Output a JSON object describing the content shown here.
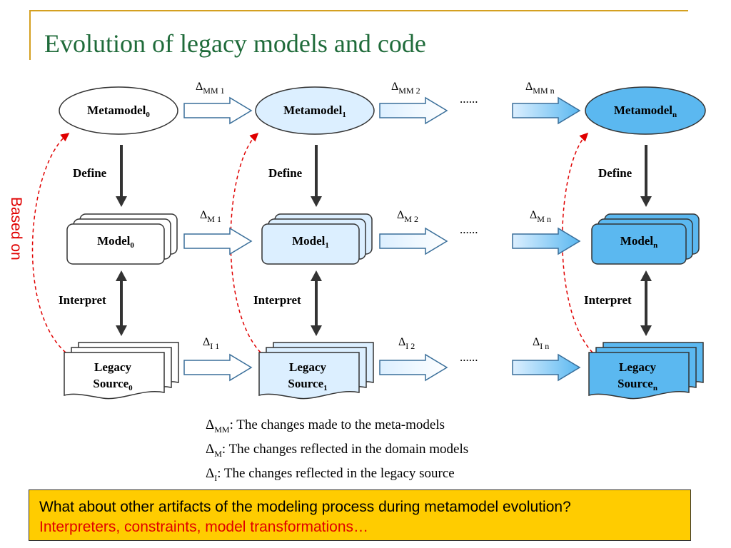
{
  "title": "Evolution of legacy models and code",
  "side_label": "Based on",
  "columns": [
    {
      "metamodel": "Metamodel",
      "sub": "0",
      "model": "Model",
      "source_line1": "Legacy",
      "source_line2": "Source"
    },
    {
      "metamodel": "Metamodel",
      "sub": "1",
      "model": "Model",
      "source_line1": "Legacy",
      "source_line2": "Source"
    },
    {
      "metamodel": "Metamodel",
      "sub": "n",
      "model": "Model",
      "source_line1": "Legacy",
      "source_line2": "Source"
    }
  ],
  "vertical_labels": {
    "define": "Define",
    "interpret": "Interpret"
  },
  "deltas": {
    "mm": [
      "MM 1",
      "MM 2",
      "MM n"
    ],
    "m": [
      "M 1",
      "M 2",
      "M n"
    ],
    "i": [
      "I 1",
      "I 2",
      "I n"
    ]
  },
  "delta_symbol": "Δ",
  "ellipsis": "......",
  "legend": [
    {
      "sub": "MM",
      "text": ": The changes made to the meta-models"
    },
    {
      "sub": "M",
      "text": ": The changes reflected in the domain models"
    },
    {
      "sub": "I",
      "text": ": The changes reflected in the legacy source"
    }
  ],
  "question": "What about other artifacts of the modeling process during metamodel evolution?",
  "answer": "Interpreters, constraints, model transformations…",
  "colors": {
    "col0": "#ffffff",
    "col1": "#dcefff",
    "coln": "#5bb8f0",
    "arrow_fill_light": "#dcefff",
    "arrow_fill_dark": "#5bb8f0",
    "based_on": "#e00000",
    "title": "#1f6b3a",
    "question_bg": "#ffcc00"
  }
}
